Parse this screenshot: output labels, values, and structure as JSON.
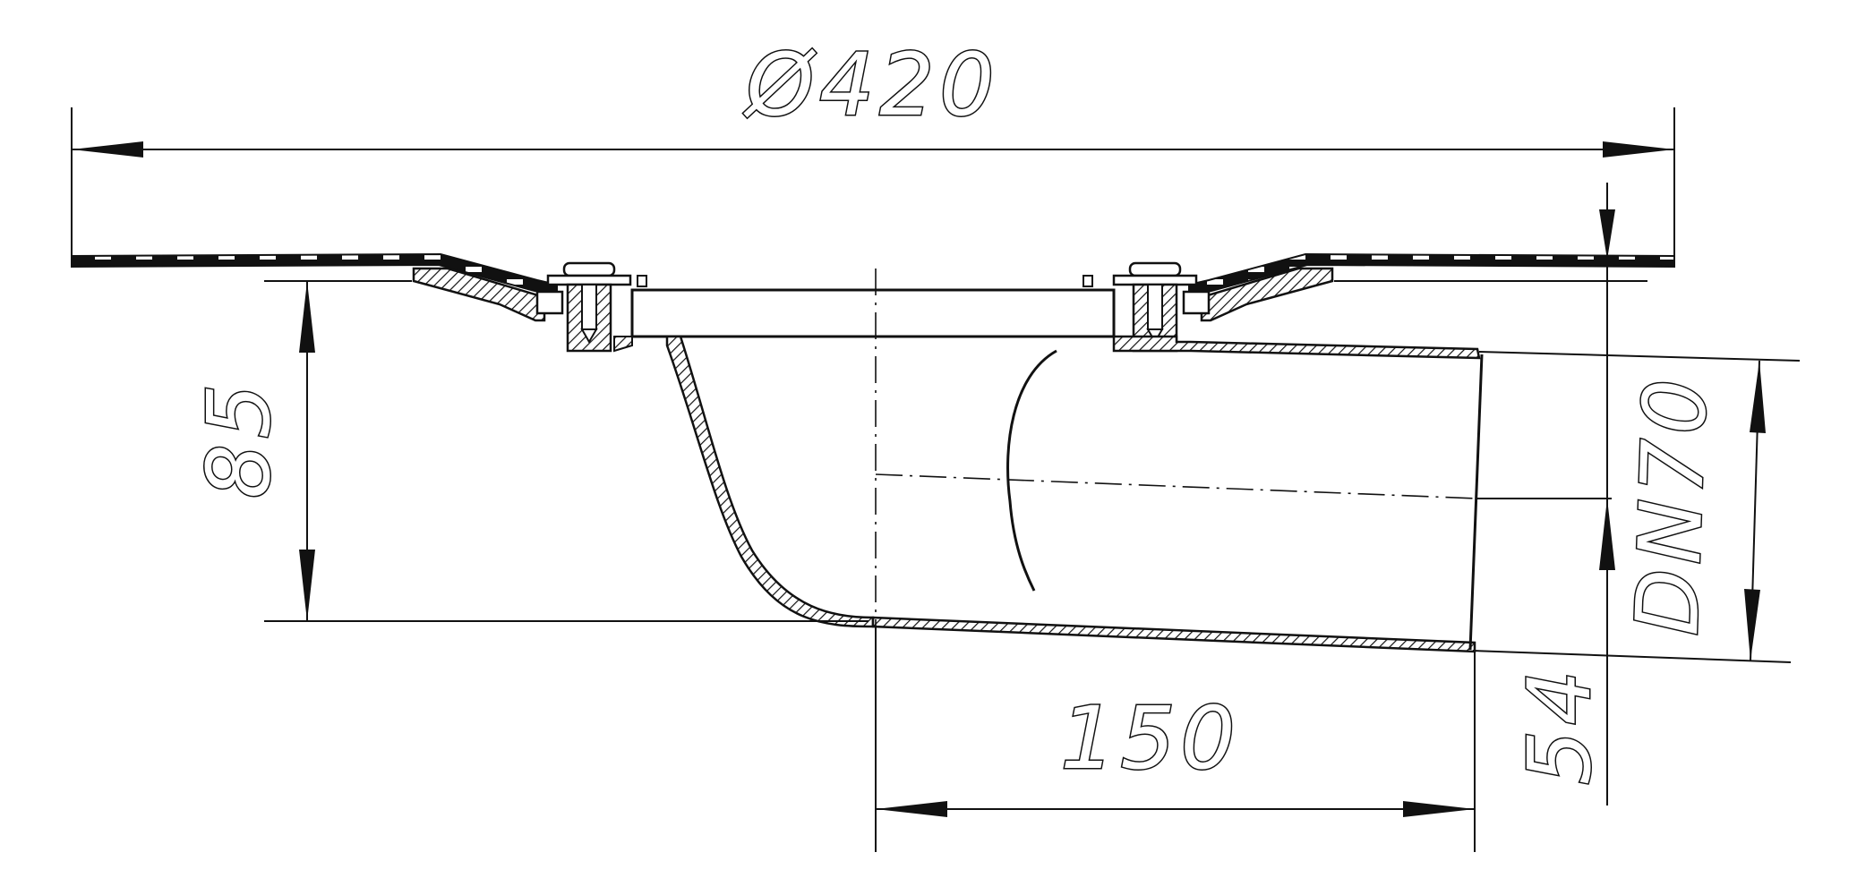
{
  "drawing": {
    "dimensions": {
      "diameter": "Ø420",
      "height": "85",
      "offset": "150",
      "outlet_height": "54",
      "pipe_size": "DN70"
    },
    "colors": {
      "line": "#111111",
      "background": "#ffffff"
    }
  }
}
